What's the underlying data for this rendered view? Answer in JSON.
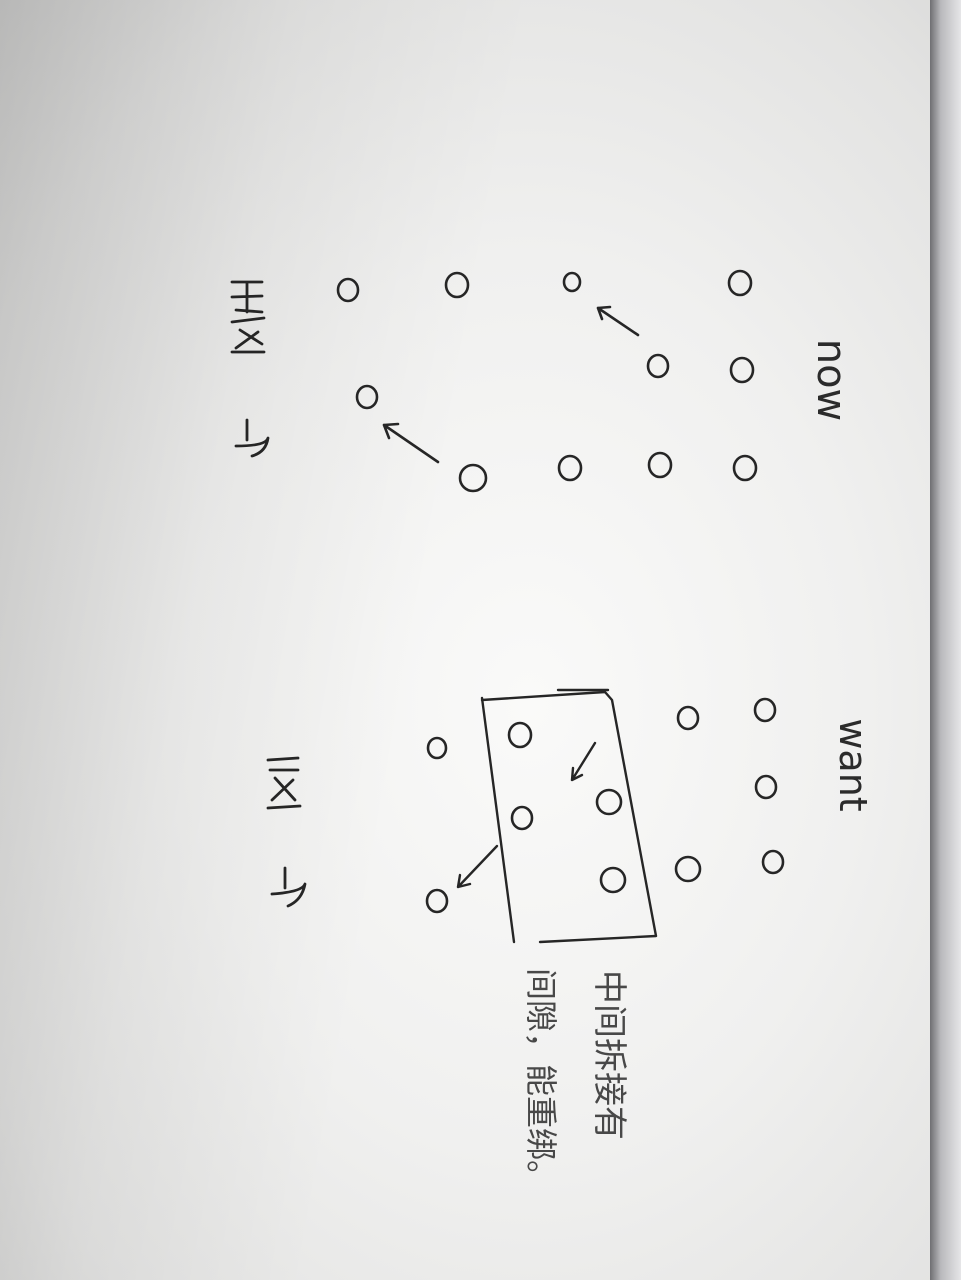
{
  "labels": {
    "now": "now",
    "want": "want",
    "note_line1": "中间拆接有",
    "note_line2": "间隙，能重绑。"
  },
  "ink_color": "#262626",
  "paper_color": "#f4f4f3"
}
